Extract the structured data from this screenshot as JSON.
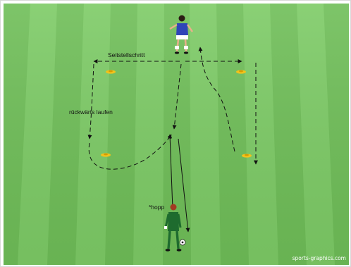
{
  "labels": {
    "side_step": "Seitstellschritt",
    "backward_run": "rückwärts laufen",
    "shout": "*hopp"
  },
  "watermark": "sports-graphics.com",
  "colors": {
    "grass_light": "#7dcb66",
    "grass_dark": "#6fbe58",
    "cone": "#f2c21b",
    "player_blue": "#2f44b8",
    "player_green": "#1e6b2e",
    "path": "#111111"
  }
}
